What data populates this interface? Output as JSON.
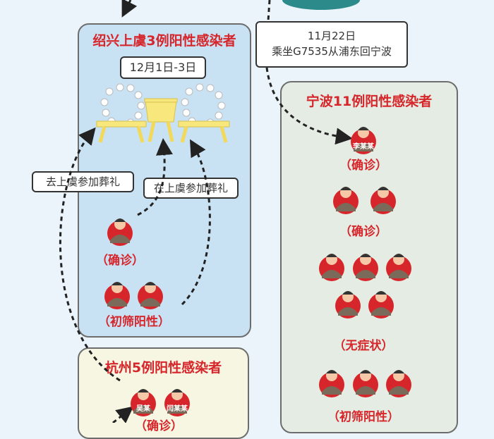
{
  "shaoxing": {
    "title": "绍兴上虞3例阳性感染者",
    "date": "12月1日-3日",
    "status_confirmed": "（确诊）",
    "status_screen": "（初筛阳性）"
  },
  "notes": {
    "went_to_funeral": "去上虞参加葬礼",
    "at_funeral": "在上虞参加葬礼",
    "train_date": "11月22日",
    "train_desc": "乘坐G7535从浦东回宁波"
  },
  "ningbo": {
    "title": "宁波11例阳性感染者",
    "person1": "李某某",
    "status_confirmed_1": "（确诊）",
    "status_confirmed_2": "（确诊）",
    "status_asymptomatic": "（无症状）",
    "status_screen": "（初筛阳性）"
  },
  "hangzhou": {
    "title": "杭州5例阳性感染者",
    "person1": "吴某",
    "person2": "闫某某",
    "status_confirmed": "（确诊）"
  },
  "colors": {
    "accent": "#d7262b",
    "shaoxing_bg": "#c8e1f3",
    "ningbo_bg": "#e4ece3",
    "hangzhou_bg": "#f7f6e2"
  }
}
